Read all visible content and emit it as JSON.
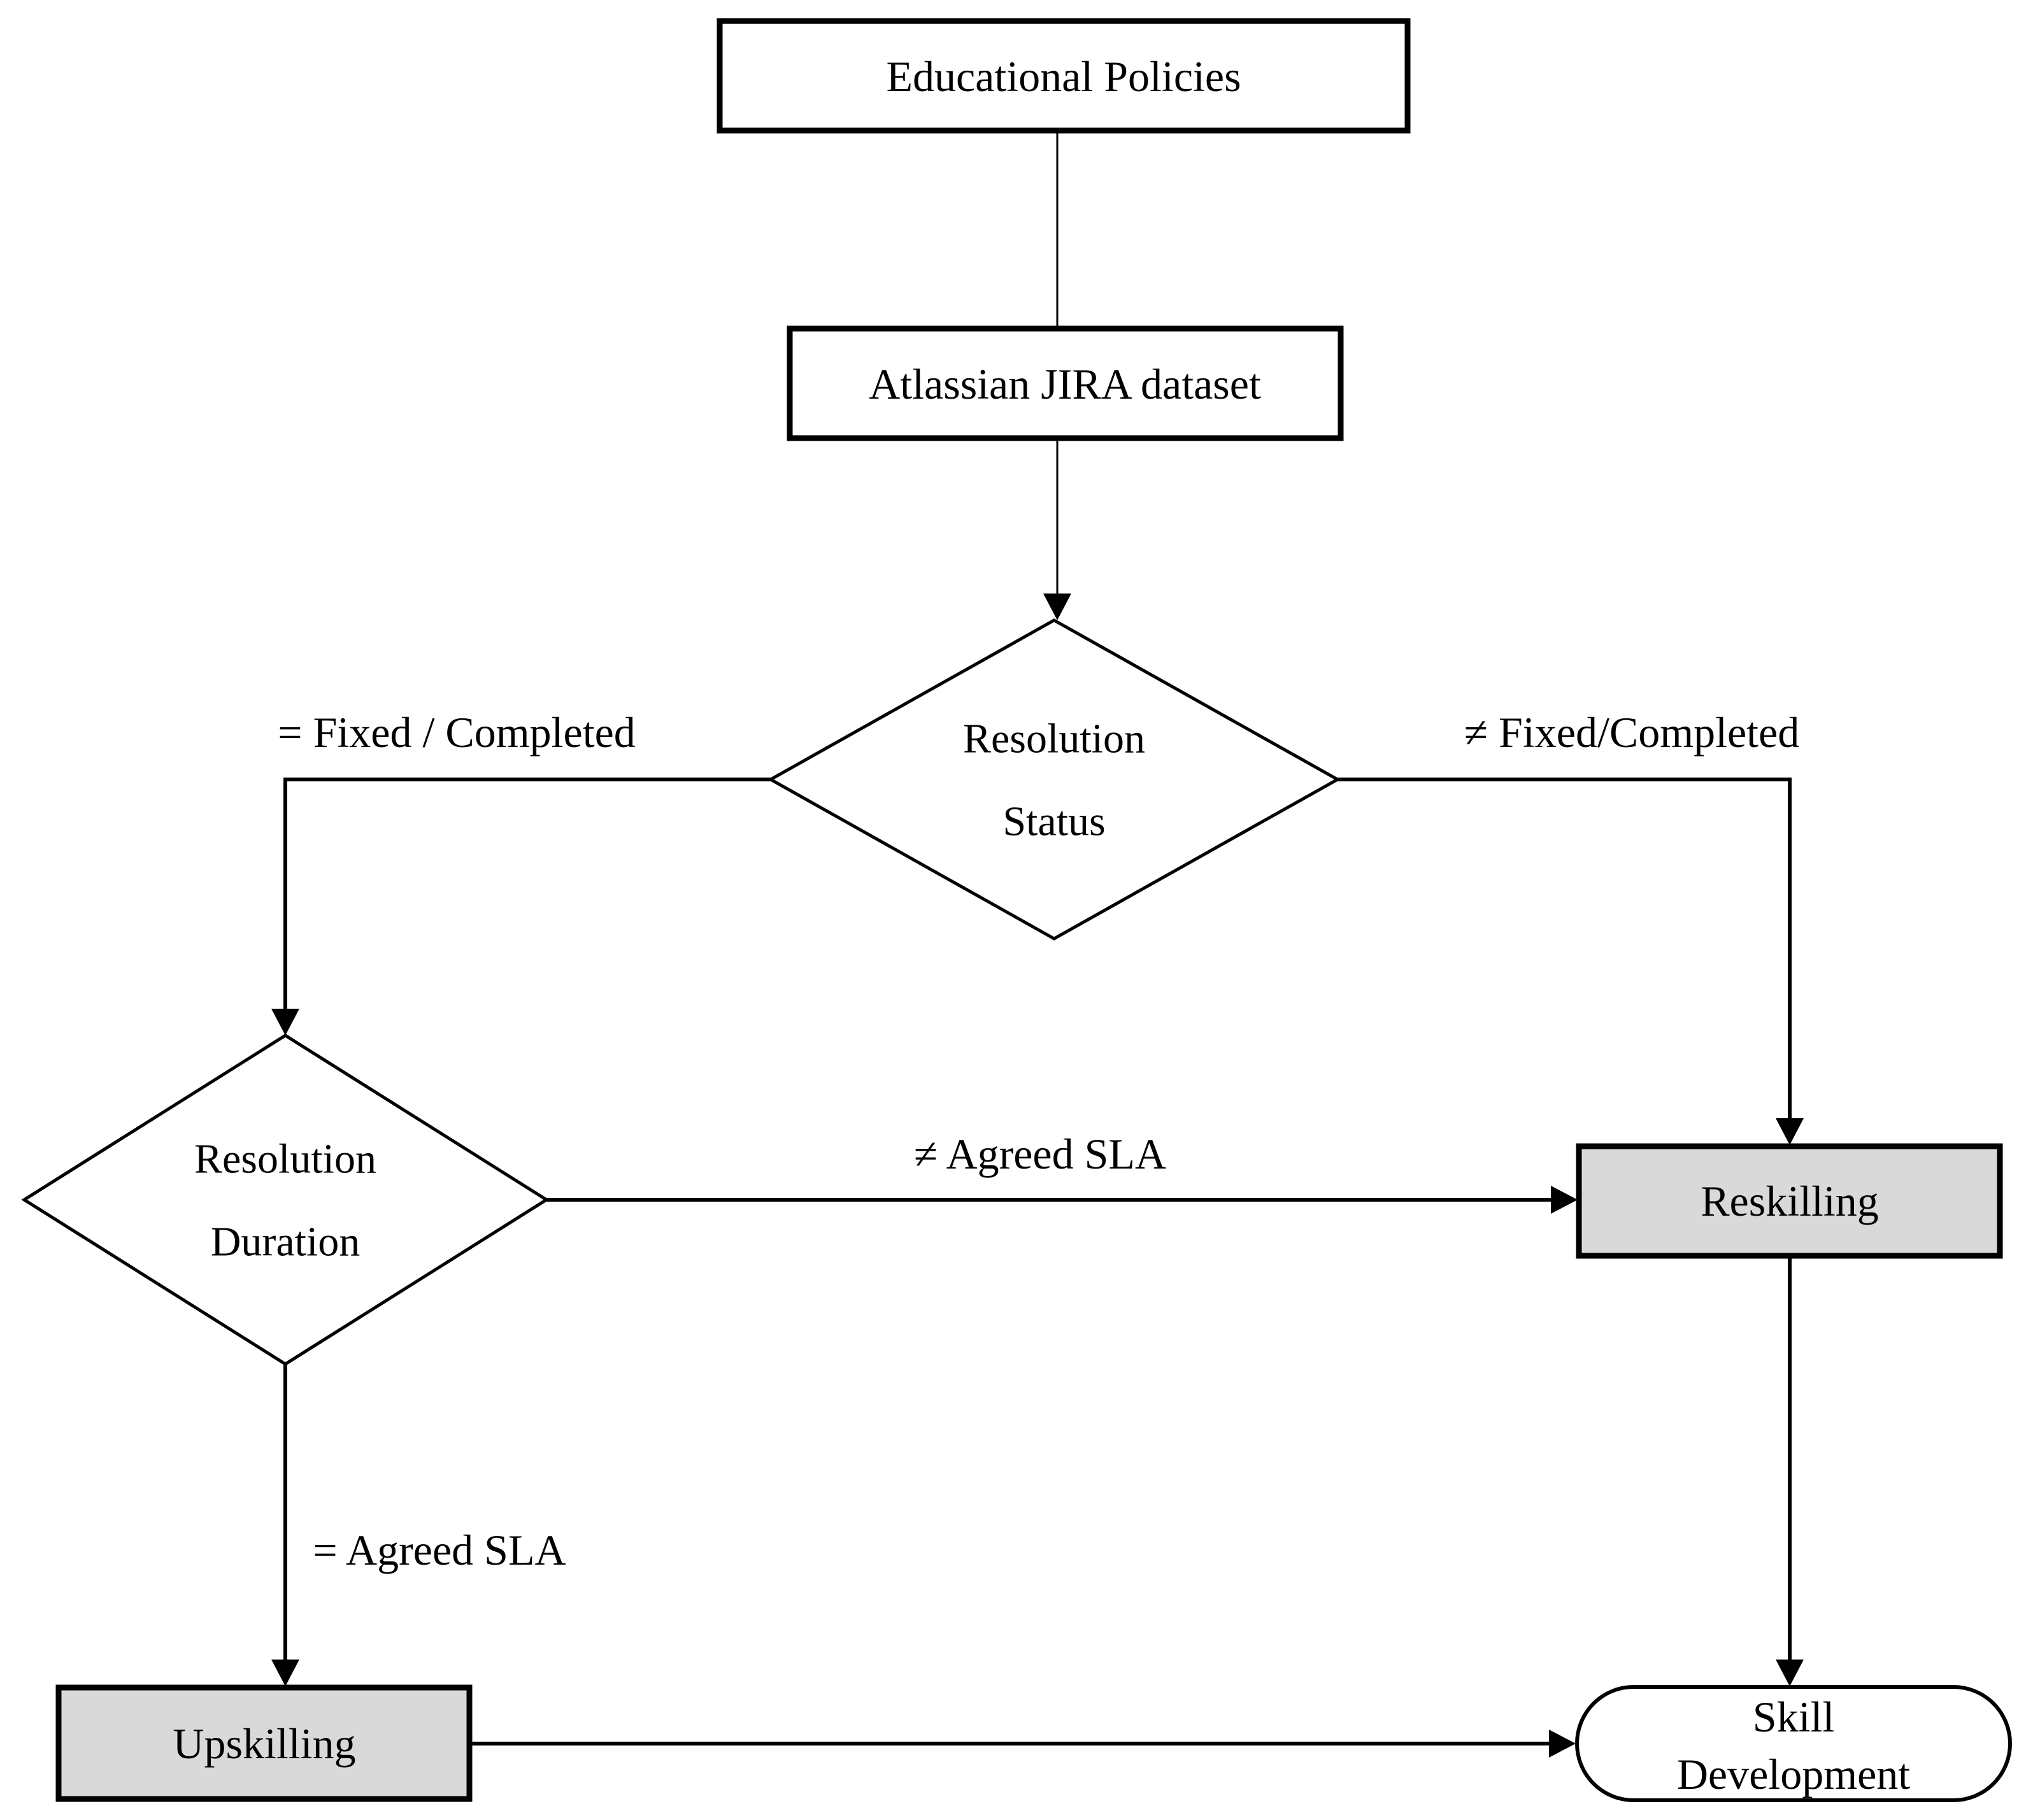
{
  "diagram": {
    "colors": {
      "background": "#ffffff",
      "process_fill": "#ffffff",
      "highlight_fill": "#d9d9d9",
      "terminator_fill": "#ffffff",
      "line_color": "#000000"
    },
    "nodes": {
      "educational_policies": {
        "label": "Educational Policies"
      },
      "atlassian_jira_dataset": {
        "label": "Atlassian JIRA dataset"
      },
      "resolution_status": {
        "label_line1": "Resolution",
        "label_line2": "Status"
      },
      "resolution_duration": {
        "label_line1": "Resolution",
        "label_line2": "Duration"
      },
      "reskilling": {
        "label": "Reskilling"
      },
      "upskilling": {
        "label": "Upskilling"
      },
      "skill_development": {
        "label_line1": "Skill",
        "label_line2": "Development"
      }
    },
    "edge_labels": {
      "status_equals": "= Fixed / Completed",
      "status_not_equals": "≠ Fixed/Completed",
      "duration_not_equals": "≠ Agreed SLA",
      "duration_equals": "= Agreed SLA"
    }
  }
}
